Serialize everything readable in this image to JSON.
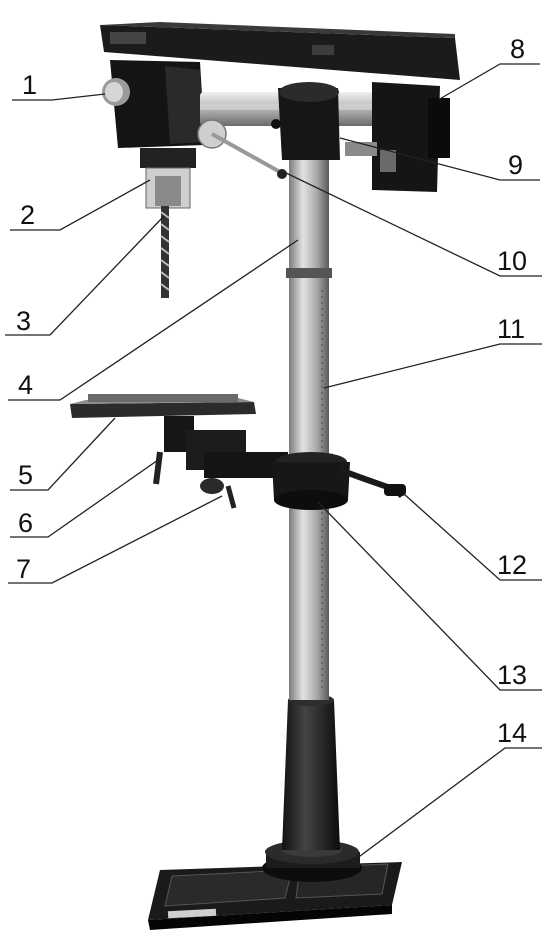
{
  "labels": [
    "1",
    "2",
    "3",
    "4",
    "5",
    "6",
    "7",
    "8",
    "9",
    "10",
    "11",
    "12",
    "13",
    "14"
  ],
  "colors": {
    "machine_dark": "#1a1a1a",
    "column_light": "#d7d7d7",
    "column_mid": "#9a9a9a",
    "leader": "#222222",
    "text": "#111111"
  }
}
